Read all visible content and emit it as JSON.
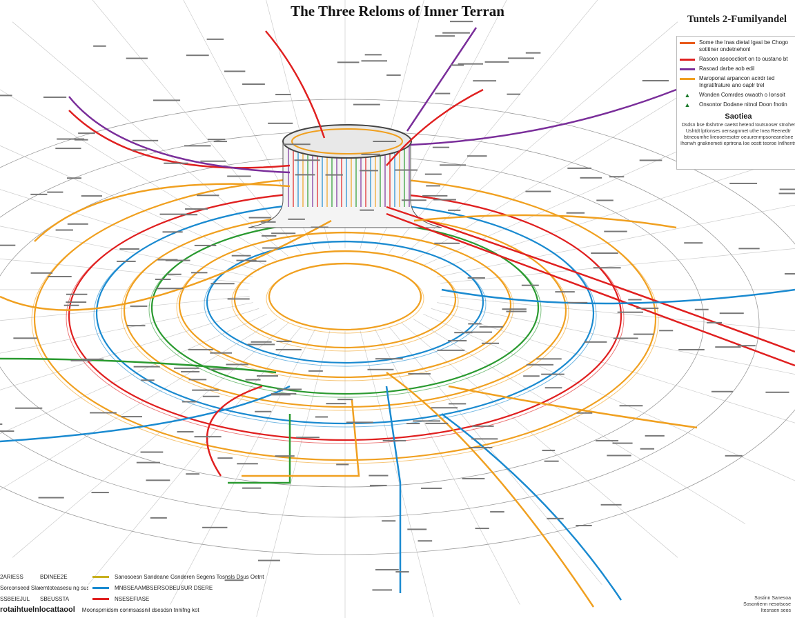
{
  "title": "The Three Reloms of Inner Terran",
  "legend": {
    "title": "Tuntels 2-Fumilyandel",
    "items": [
      {
        "color": "#e85a1a",
        "label": "Some the Inas dietal Igasi be Chogo sotitiner ondetnehonl",
        "kind": "line"
      },
      {
        "color": "#e02020",
        "label": "Rasoon asoooctiert on to oustano bt",
        "kind": "line"
      },
      {
        "color": "#7a2e9a",
        "label": "Rasoad darbe aob edil",
        "kind": "line"
      },
      {
        "color": "#f0a020",
        "label": "Maroponat arpancon acirdr ted Ingratifrature ano oaplr trel",
        "kind": "line"
      },
      {
        "color": "#1a7a2a",
        "label": "Wonden Comrdes owaoth o Ionsoit",
        "kind": "triangle"
      },
      {
        "color": "#1a7a2a",
        "label": "Onsontor Dodane nitnol Doon fnotin",
        "kind": "triangle"
      }
    ],
    "section_heading": "Saotiea",
    "section_text": "Dsdsn bse Ibshrtne oaetst hetend toutsnoser stnoher Ushtdt lptlonses oensagnmet uthe Inea Reenedtr Istneoumhe lireooeresoter oeuurenrnpsoneanelsne Ihonwh gnaknemeti eprtrona Ioe oostt teoroe Intlhentn"
  },
  "footer": {
    "rows": [
      {
        "a": "2ARIESS",
        "b": "BDINEE2E"
      },
      {
        "a": "Sorconseed Slaneoosoos",
        "b": "emtoteasesu ng susaunstomseane"
      },
      {
        "a": "SSBEIEJUL",
        "b": "SBEUSSTA"
      }
    ],
    "line_items": [
      {
        "color": "#c8b020",
        "label": "Sanosoesn Sandeane Gsnderen Segens Tosnsls Dsus Oetnt"
      },
      {
        "color": "#1a8ad0",
        "label": "MNBSEAAMBSERSOBEUSUR DSERE"
      },
      {
        "color": "#e02020",
        "label": "NSESEFIASE"
      }
    ],
    "bold_text": "rotaihtuelnlocattaool",
    "caption": "Moonsprnidsm conmsassnil dsesdsn tnnifng kot",
    "credit": "Sostinn Sanesoa Sosontienn nesotsose Itesnsen seos"
  },
  "colors": {
    "red": "#e02020",
    "orange": "#f0a020",
    "blue": "#1a8ad0",
    "green": "#2a9a30",
    "purple": "#7a2e9a",
    "grey": "#9a9a9a"
  }
}
